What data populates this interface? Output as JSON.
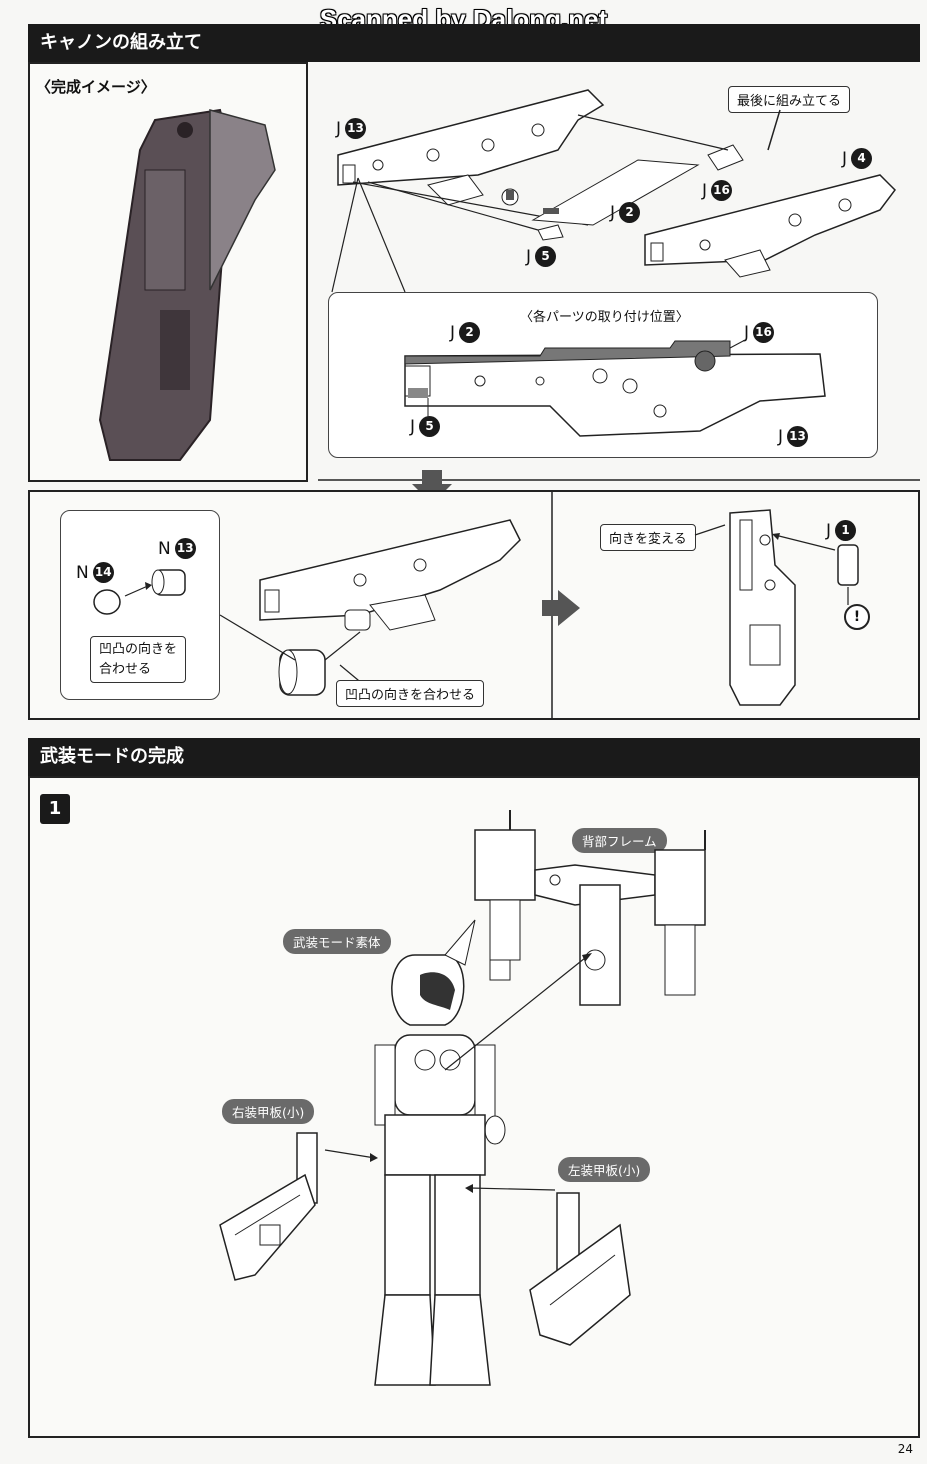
{
  "watermark": "Scanned by Dalong.net",
  "section1": {
    "title": "キャノンの組み立て",
    "preview_title": "〈完成イメージ〉",
    "assemble_last_label": "最後に組み立てる",
    "parts": {
      "j13": {
        "letter": "J",
        "num": "13"
      },
      "j4": {
        "letter": "J",
        "num": "4"
      },
      "j16": {
        "letter": "J",
        "num": "16"
      },
      "j2": {
        "letter": "J",
        "num": "2"
      },
      "j5": {
        "letter": "J",
        "num": "5"
      },
      "j1": {
        "letter": "J",
        "num": "1"
      },
      "n13": {
        "letter": "N",
        "num": "13"
      },
      "n14": {
        "letter": "N",
        "num": "14"
      }
    },
    "positions_title": "〈各パーツの取り付け位置〉",
    "align_note_1": "凹凸の向きを\n合わせる",
    "align_note_2": "凹凸の向きを合わせる",
    "rotate_note": "向きを変える",
    "caution_symbol": "!"
  },
  "section2": {
    "title": "武装モードの完成",
    "step": "1",
    "labels": {
      "back_frame": "背部フレーム",
      "base_body": "武装モード素体",
      "right_armor": "右装甲板(小)",
      "left_armor": "左装甲板(小)"
    }
  },
  "page_number": "24"
}
